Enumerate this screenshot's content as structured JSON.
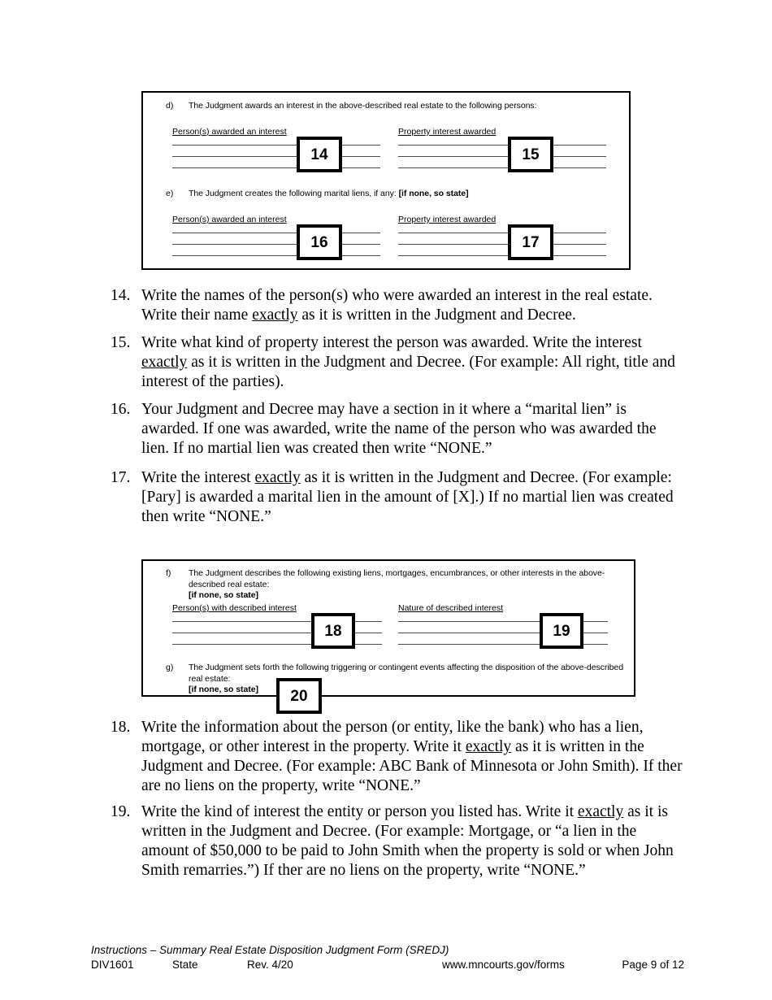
{
  "form_box_1": {
    "clauses": [
      {
        "letter": "d)",
        "text": "The Judgment awards an interest in the above-described real estate to the following persons:"
      },
      {
        "letter": "e)",
        "text": "The Judgment creates the following marital liens, if any: ",
        "bold_tail": "[if none, so state]"
      }
    ],
    "column_headers": {
      "left_d": "Person(s) awarded an interest",
      "right_d": "Property interest awarded",
      "left_e": "Person(s) awarded an interest",
      "right_e": "Property interest awarded"
    },
    "callouts": [
      "14",
      "15",
      "16",
      "17"
    ]
  },
  "form_box_2": {
    "clauses": [
      {
        "letter": "f)",
        "text": "The Judgment describes the following existing liens, mortgages, encumbrances, or other interests in the above-described real estate:",
        "bold_tail": "[if none, so state]"
      },
      {
        "letter": "g)",
        "text": "The Judgment sets forth the following triggering or contingent events affecting the disposition of the above-described real estate:",
        "bold_tail": "[if none, so state]"
      }
    ],
    "column_headers": {
      "left_f": "Person(s) with described interest",
      "right_f": "Nature of described interest"
    },
    "callouts": [
      "18",
      "19",
      "20"
    ]
  },
  "instructions": [
    {
      "number": "14.",
      "parts": [
        {
          "t": "Write the names of the person(s) who were awarded an interest in the real estate. Write their name "
        },
        {
          "t": "exactly",
          "u": true
        },
        {
          "t": " as it is written in the Judgment and Decree."
        }
      ]
    },
    {
      "number": "15.",
      "parts": [
        {
          "t": "Write what kind of property interest the person was awarded. Write the interest "
        },
        {
          "t": "exactly",
          "u": true
        },
        {
          "t": " as it is written in the Judgment and Decree. (For example: All right, title and interest of the parties)."
        }
      ]
    },
    {
      "number": "16.",
      "parts": [
        {
          "t": "Your Judgment and Decree may have a section in it where a “marital lien” is awarded. If one was awarded, write the name of the person who was awarded the lien. If no martial lien was created then write “NONE.”"
        }
      ]
    },
    {
      "number": "17.",
      "parts": [
        {
          "t": "Write the interest "
        },
        {
          "t": "exactly",
          "u": true
        },
        {
          "t": " as it is written in the Judgment and Decree. (For example: [Pary] is awarded a marital lien in the amount of [X].) If no martial lien was created then write “NONE.”"
        }
      ]
    },
    {
      "number": "18.",
      "parts": [
        {
          "t": "Write the information about the person (or entity, like the bank) who has a lien, mortgage, or other interest in the property. Write it "
        },
        {
          "t": "exactly",
          "u": true
        },
        {
          "t": " as it is written in the Judgment and Decree. (For example: ABC Bank of Minnesota or John Smith). If ther are no liens on the property, write “NONE.”"
        }
      ]
    },
    {
      "number": "19.",
      "parts": [
        {
          "t": "Write the kind of interest the entity or person you listed has. Write it "
        },
        {
          "t": "exactly",
          "u": true
        },
        {
          "t": " as it is written in the Judgment and Decree. (For example: Mortgage, or “a lien in the amount of $50,000 to be paid to John Smith when the property is sold or when John Smith remarries.”) If ther are no liens on the property, write “NONE.”"
        }
      ]
    }
  ],
  "footer": {
    "title": "Instructions – Summary Real Estate Disposition Judgment Form (SREDJ)",
    "form_id": "DIV1601",
    "state": "State",
    "revision": "Rev. 4/20",
    "url": "www.mncourts.gov/forms",
    "page": "Page 9 of 12"
  }
}
